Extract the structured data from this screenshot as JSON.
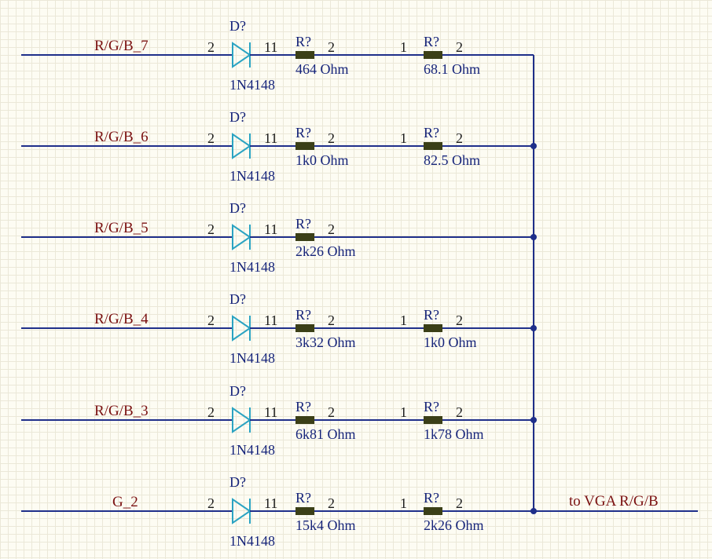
{
  "rows": [
    {
      "net": "R/G/B_7",
      "diode": {
        "designator": "D?",
        "value": "1N4148",
        "pin_in": "2",
        "pin_out": "11"
      },
      "r1": {
        "designator": "R?",
        "value": "464 Ohm",
        "pin_right": "2"
      },
      "r2": {
        "designator": "R?",
        "value": "68.1 Ohm",
        "pin_left": "1",
        "pin_right": "2"
      }
    },
    {
      "net": "R/G/B_6",
      "diode": {
        "designator": "D?",
        "value": "1N4148",
        "pin_in": "2",
        "pin_out": "11"
      },
      "r1": {
        "designator": "R?",
        "value": "1k0 Ohm",
        "pin_right": "2"
      },
      "r2": {
        "designator": "R?",
        "value": "82.5 Ohm",
        "pin_left": "1",
        "pin_right": "2"
      }
    },
    {
      "net": "R/G/B_5",
      "diode": {
        "designator": "D?",
        "value": "1N4148",
        "pin_in": "2",
        "pin_out": "11"
      },
      "r1": {
        "designator": "R?",
        "value": "2k26 Ohm",
        "pin_right": "2"
      },
      "r2": null
    },
    {
      "net": "R/G/B_4",
      "diode": {
        "designator": "D?",
        "value": "1N4148",
        "pin_in": "2",
        "pin_out": "11"
      },
      "r1": {
        "designator": "R?",
        "value": "3k32 Ohm",
        "pin_right": "2"
      },
      "r2": {
        "designator": "R?",
        "value": "1k0 Ohm",
        "pin_left": "1",
        "pin_right": "2"
      }
    },
    {
      "net": "R/G/B_3",
      "diode": {
        "designator": "D?",
        "value": "1N4148",
        "pin_in": "2",
        "pin_out": "11"
      },
      "r1": {
        "designator": "R?",
        "value": "6k81 Ohm",
        "pin_right": "2"
      },
      "r2": {
        "designator": "R?",
        "value": "1k78 Ohm",
        "pin_left": "1",
        "pin_right": "2"
      }
    },
    {
      "net": "G_2",
      "diode": {
        "designator": "D?",
        "value": "1N4148",
        "pin_in": "2",
        "pin_out": "11"
      },
      "r1": {
        "designator": "R?",
        "value": "15k4 Ohm",
        "pin_right": "2"
      },
      "r2": {
        "designator": "R?",
        "value": "2k26 Ohm",
        "pin_left": "1",
        "pin_right": "2"
      }
    }
  ],
  "output_net": "to VGA R/G/B",
  "colors": {
    "wire": "#1f2f8a",
    "net_label": "#7a1010",
    "diode": "#2aa3c2",
    "resistor": "#3b3f17",
    "designator": "#16247a",
    "pin_number": "#1c1c1c"
  }
}
